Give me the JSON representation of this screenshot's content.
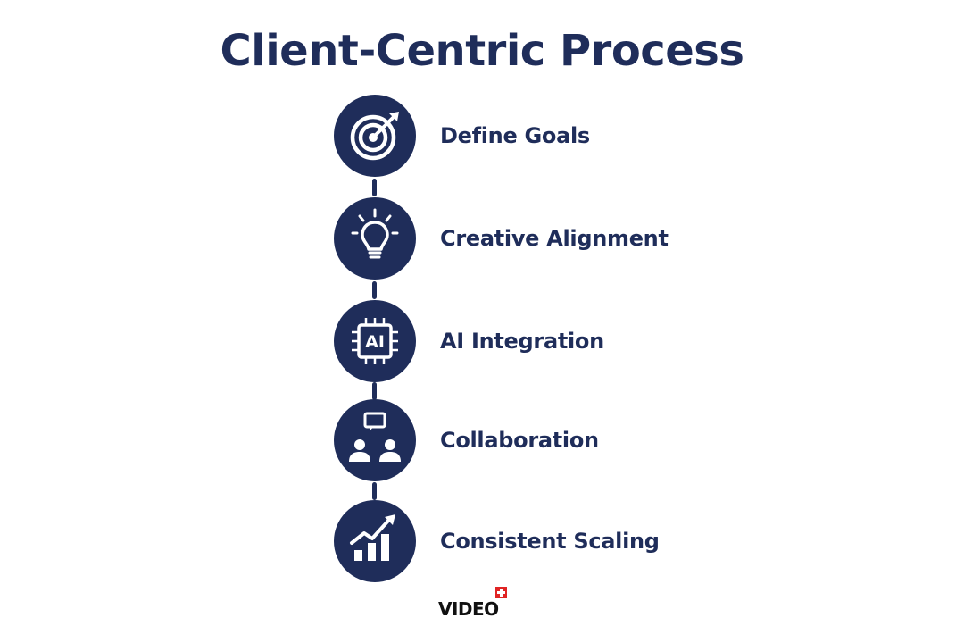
{
  "title": "Client-Centric Process",
  "steps": [
    {
      "label": "Define Goals",
      "icon": "target-icon"
    },
    {
      "label": "Creative Alignment",
      "icon": "lightbulb-icon"
    },
    {
      "label": "AI Integration",
      "icon": "ai-chip-icon"
    },
    {
      "label": "Collaboration",
      "icon": "team-chat-icon"
    },
    {
      "label": "Consistent Scaling",
      "icon": "growth-chart-icon"
    }
  ],
  "ai_chip_text": "AI",
  "logo": {
    "text": "VIDEO",
    "badge_icon": "red-cross-icon"
  },
  "colors": {
    "primary": "#1f2d5a",
    "background": "#ffffff",
    "logo_text": "#111111",
    "badge": "#e02424"
  }
}
